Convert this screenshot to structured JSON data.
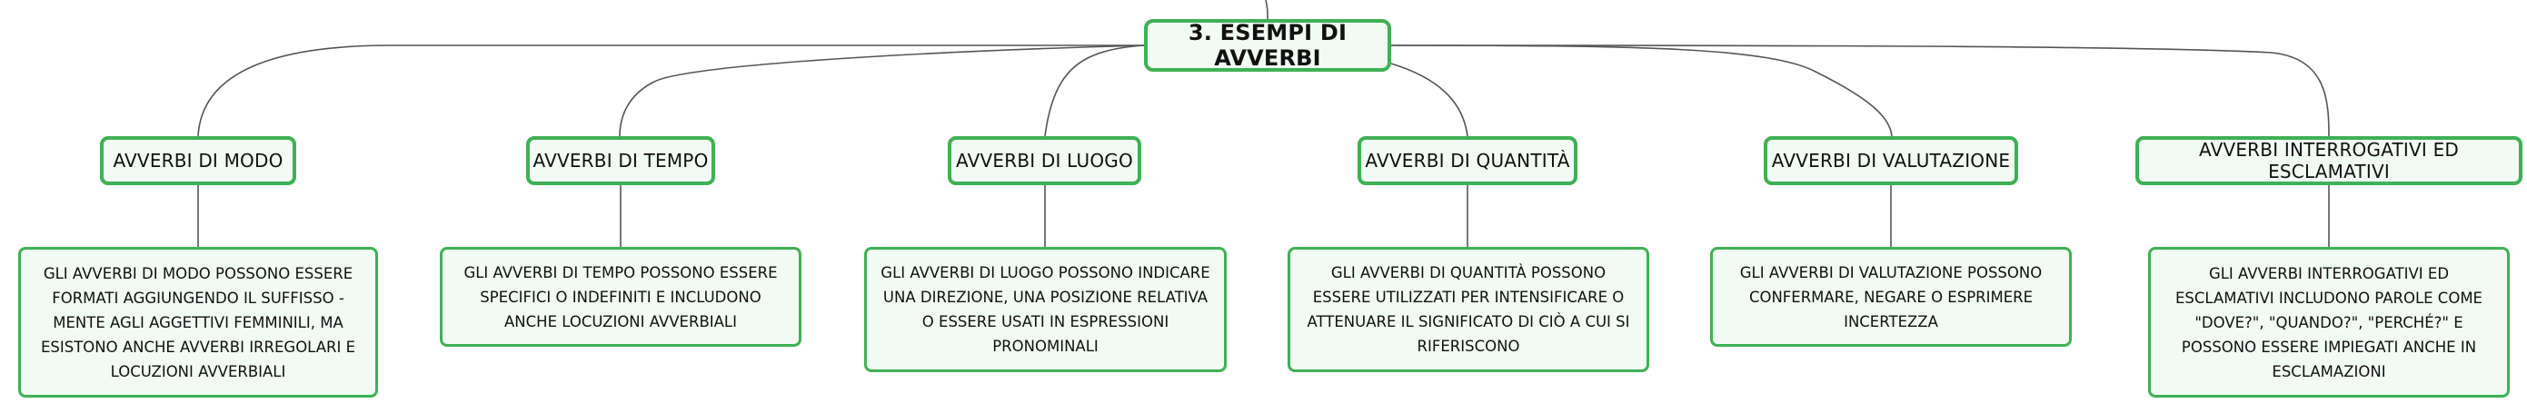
{
  "root": {
    "label": "3. ESEMPI DI AVVERBI"
  },
  "categories": [
    {
      "label": "AVVERBI DI MODO",
      "description": "GLI AVVERBI DI MODO POSSONO ESSERE FORMATI AGGIUNGENDO IL SUFFISSO -MENTE AGLI AGGETTIVI FEMMINILI, MA ESISTONO ANCHE AVVERBI IRREGOLARI E LOCUZIONI AVVERBIALI"
    },
    {
      "label": "AVVERBI DI TEMPO",
      "description": "GLI AVVERBI DI TEMPO POSSONO ESSERE SPECIFICI O INDEFINITI E INCLUDONO ANCHE LOCUZIONI AVVERBIALI"
    },
    {
      "label": "AVVERBI DI LUOGO",
      "description": "GLI AVVERBI DI LUOGO POSSONO INDICARE UNA DIREZIONE, UNA POSIZIONE RELATIVA O ESSERE USATI IN ESPRESSIONI PRONOMINALI"
    },
    {
      "label": "AVVERBI DI QUANTITÀ",
      "description": "GLI AVVERBI DI QUANTITÀ POSSONO ESSERE UTILIZZATI PER INTENSIFICARE O ATTENUARE IL SIGNIFICATO DI CIÒ A CUI SI RIFERISCONO"
    },
    {
      "label": "AVVERBI DI VALUTAZIONE",
      "description": "GLI AVVERBI DI VALUTAZIONE POSSONO CONFERMARE, NEGARE O ESPRIMERE INCERTEZZA"
    },
    {
      "label": "AVVERBI INTERROGATIVI ED ESCLAMATIVI",
      "description": "GLI AVVERBI INTERROGATIVI ED ESCLAMATIVI INCLUDONO PAROLE COME \"DOVE?\", \"QUANDO?\", \"PERCHÉ?\" E POSSONO ESSERE IMPIEGATI ANCHE IN ESCLAMAZIONI"
    }
  ],
  "colors": {
    "border": "#3fb155",
    "fill": "#f1faf3",
    "connector": "#555555"
  }
}
